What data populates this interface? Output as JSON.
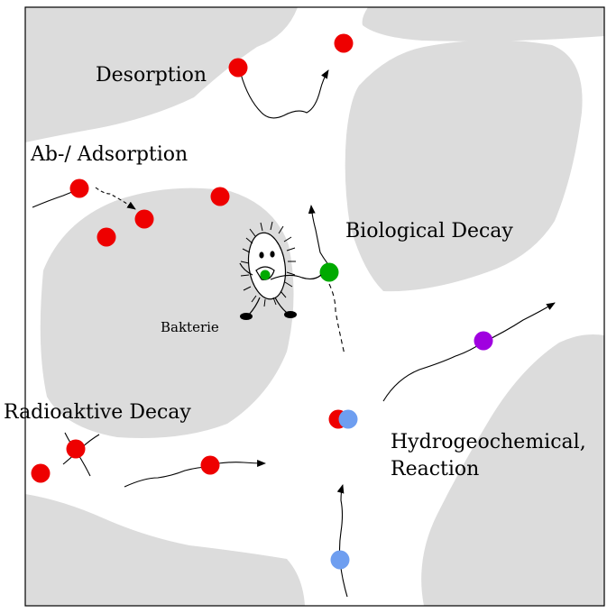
{
  "labels": {
    "desorption": "Desorption",
    "ab_adsorption": "Ab-/ Adsorption",
    "biological_decay": "Biological Decay",
    "bakterie": "Bakterie",
    "radioaktive_decay": "Radioaktive Decay",
    "hydrogeochemical_line1": "Hydrogeochemical,",
    "hydrogeochemical_line2": "Reaction"
  },
  "colors": {
    "grain": "#dcdcdc",
    "pore": "#ffffff",
    "frame": "#000000",
    "red_particle": "#ee0000",
    "blue_particle": "#6e9ef0",
    "green_particle": "#00aa00",
    "purple_particle": "#a000e0"
  }
}
